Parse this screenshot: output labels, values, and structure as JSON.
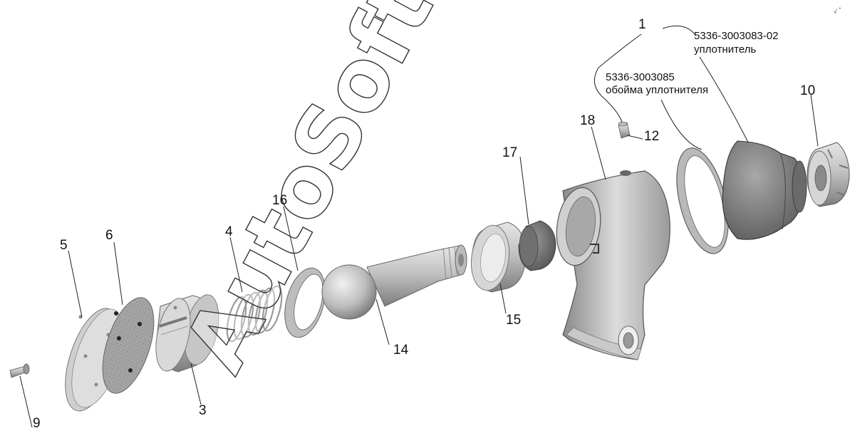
{
  "colors": {
    "background": "#ffffff",
    "part_light": "#d4d4d4",
    "part_mid": "#a9a9a9",
    "part_dark": "#6f6f6f",
    "gasket": "#9a9a9a",
    "line": "#222222"
  },
  "watermark": {
    "text": "AutoSoft"
  },
  "corner_mark": {
    "text": "a° •"
  },
  "callouts": {
    "c1": "1",
    "c3": "3",
    "c4": "4",
    "c5": "5",
    "c6": "6",
    "c9": "9",
    "c10": "10",
    "c12": "12",
    "c14": "14",
    "c15": "15",
    "c16": "16",
    "c17": "17",
    "c18": "18"
  },
  "notes": {
    "seal": {
      "code": "5336-3003083-02",
      "name": "уплотнитель"
    },
    "seal_holder": {
      "code": "5336-3003085",
      "name": "обойма уплотнителя"
    }
  }
}
